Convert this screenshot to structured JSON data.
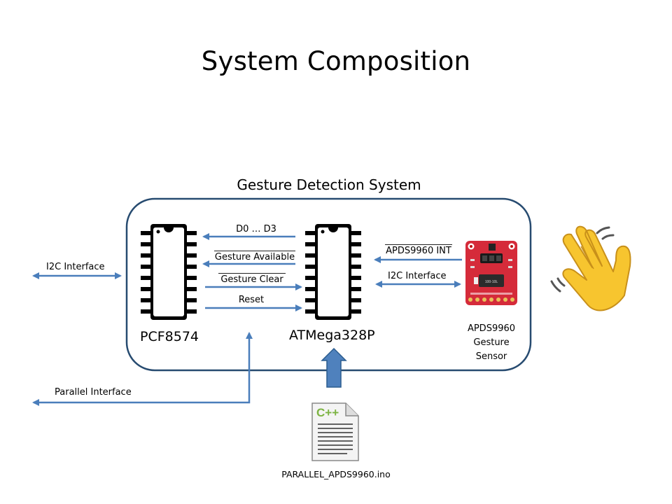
{
  "title": "System Composition",
  "system": {
    "title": "Gesture Detection System"
  },
  "chips": {
    "left": "PCF8574",
    "middle": "ATMega328P"
  },
  "signals": {
    "d0_d3": "D0 … D3",
    "gesture_available": "Gesture Available",
    "gesture_clear": "Gesture Clear",
    "reset": "Reset",
    "apds_int": "APDS9960 INT",
    "i2c_right": "I2C Interface"
  },
  "external": {
    "i2c_left": "I2C Interface",
    "parallel": "Parallel Interface"
  },
  "sensor": {
    "line1": "APDS9960",
    "line2": "Gesture",
    "line3": "Sensor",
    "board_text": "100-10L"
  },
  "file": {
    "icon_text": "C++",
    "name": "PARALLEL_APDS9960.ino"
  },
  "colors": {
    "arrow": "#4a7ebb",
    "chip": "#000000",
    "board": "#d52b3a",
    "hand": "#f5c12e"
  },
  "icons": {
    "chip": "ic-chip-icon",
    "sensor": "sensor-board-icon",
    "hand": "waving-hand-icon",
    "file": "cpp-file-icon"
  }
}
